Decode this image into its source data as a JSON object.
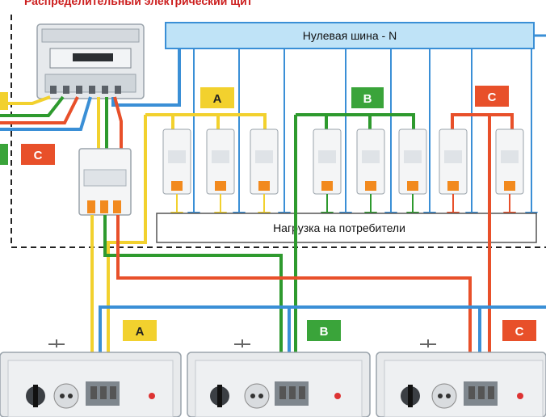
{
  "title": "Распределительный электрический щит",
  "neutral_bus_label": "Нулевая шина - N",
  "load_bar_label": "Нагрузка на потребители",
  "phase_labels": {
    "a": "A",
    "b": "B",
    "c": "C"
  },
  "colors": {
    "phase_a": "#f2d12e",
    "phase_b": "#2e9a2e",
    "phase_c": "#e8502a",
    "neutral": "#3a8fd6",
    "title": "#cc1f1f",
    "label_a_bg": "#f2d12e",
    "label_b_bg": "#3aa43a",
    "label_c_bg": "#e8502a"
  }
}
